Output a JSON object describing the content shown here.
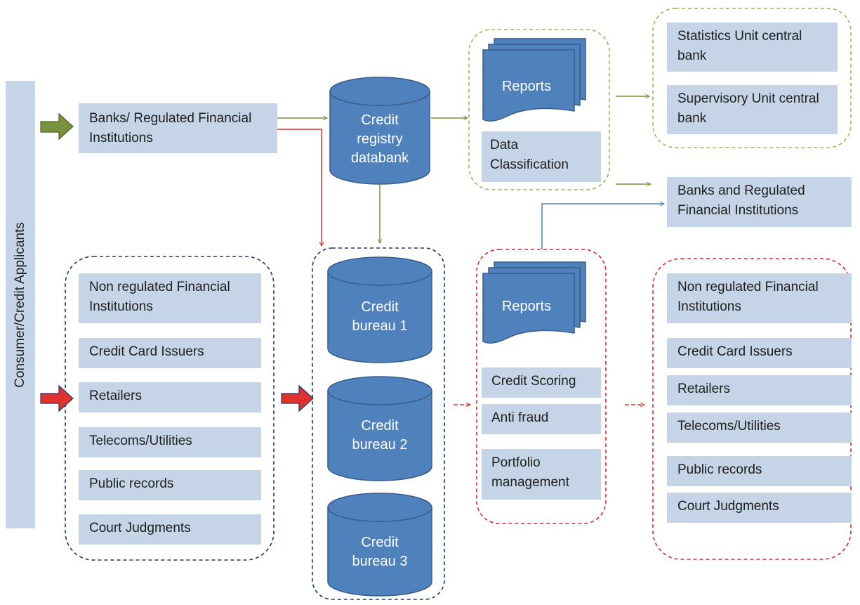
{
  "side_label": "Consumer/Credit Applicants",
  "banks_source": "Banks/ Regulated Financial Institutions",
  "databank": "Credit registry databank",
  "registry_reports": {
    "reports": "Reports",
    "classification": "Data Classification"
  },
  "central_bank": {
    "statistics": "Statistics Unit central bank",
    "supervisory": "Supervisory Unit central bank"
  },
  "banks_destination": "Banks  and Regulated Financial Institutions",
  "sources": [
    "Non regulated Financial Institutions",
    "Credit Card Issuers",
    "Retailers",
    "Telecoms/Utilities",
    "Public records",
    "Court Judgments"
  ],
  "bureaus": [
    "Credit bureau 1",
    "Credit bureau 2",
    "Credit bureau 3"
  ],
  "bureau_reports": {
    "reports": "Reports",
    "items": [
      "Credit Scoring",
      "Anti fraud",
      "Portfolio management"
    ]
  },
  "destinations": [
    "Non regulated Financial Institutions",
    "Credit Card Issuers",
    "Retailers",
    "Telecoms/Utilities",
    "Public records",
    "Court Judgments"
  ],
  "colors": {
    "box": "#c6d4e8",
    "shape": "#4f81bd",
    "shape_stroke": "#385d8a",
    "green": "#77933c",
    "red": "#e0312f",
    "blue_line": "#4f81bd",
    "dash_green": "#98b954",
    "dash_navy": "#1f3864",
    "dash_red": "#d9272e"
  }
}
